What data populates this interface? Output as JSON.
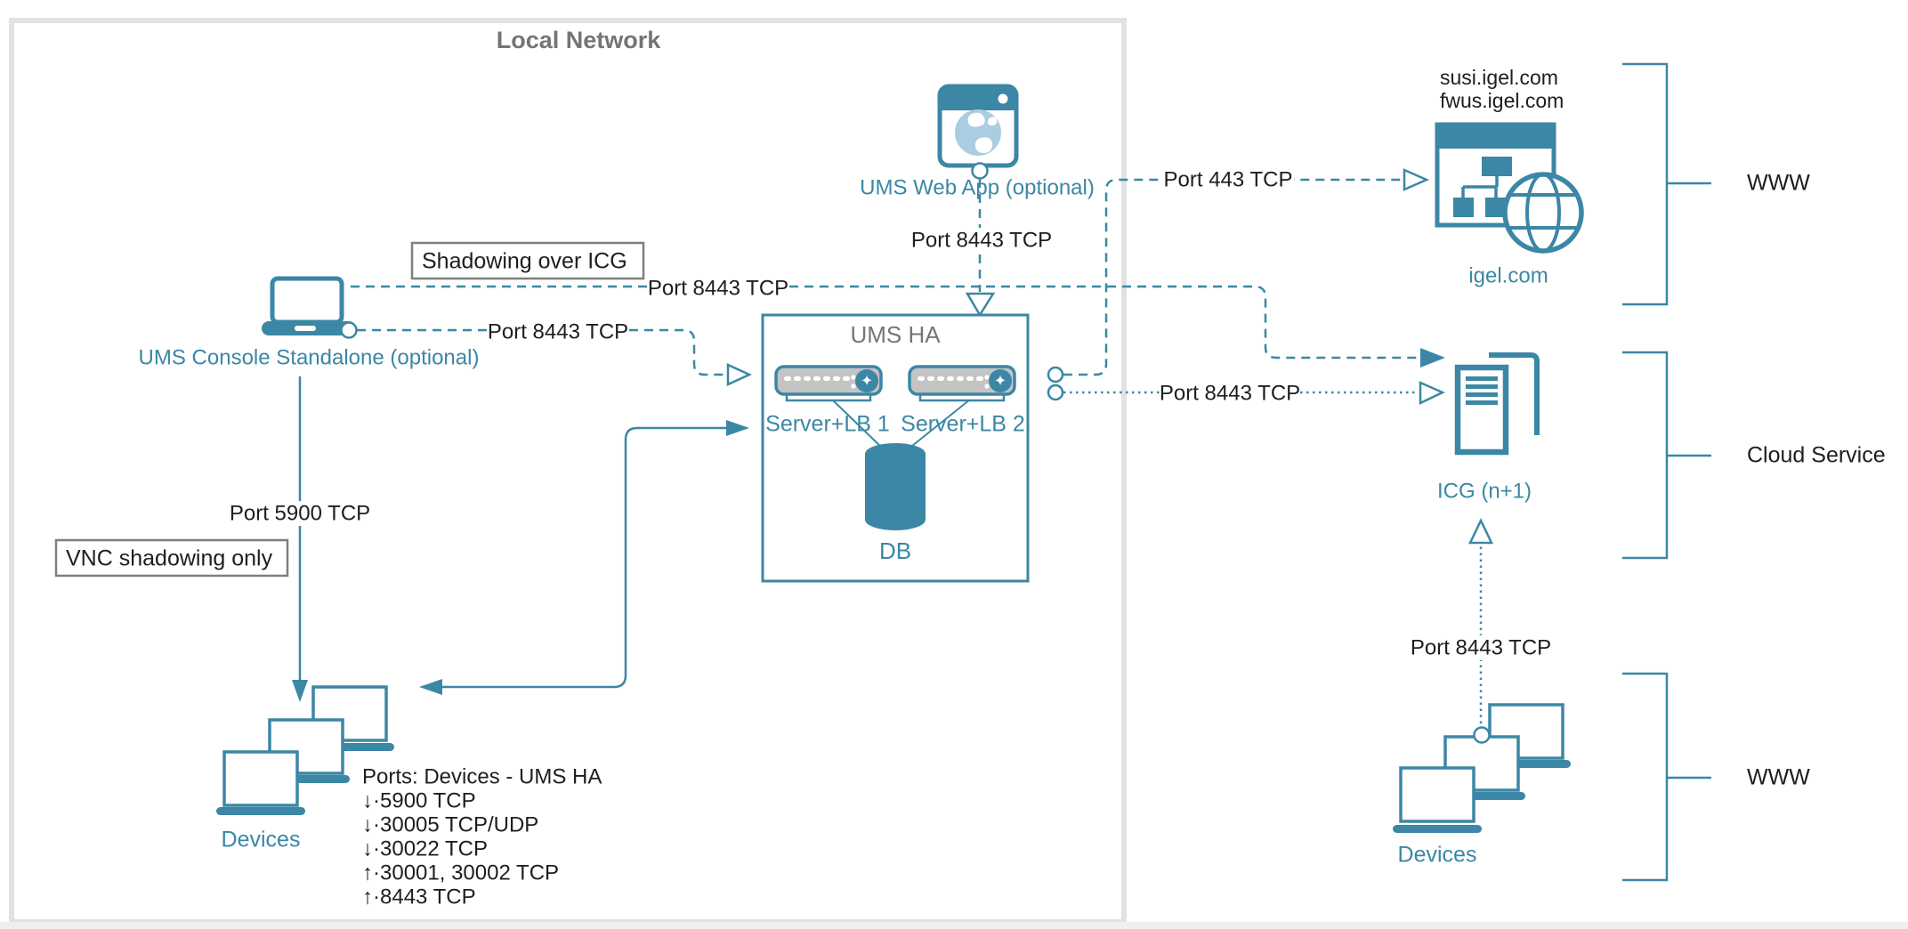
{
  "colors": {
    "teal": "#3b87a5",
    "teal_light": "#a9cde1",
    "gray_title": "#757575",
    "black_text": "#1e1e1e",
    "local_network_border": "#e2e2e2",
    "note_border": "#7f7f7f",
    "server_gray": "#c4c4c4"
  },
  "local_network": {
    "title": "Local Network"
  },
  "nodes": {
    "web_app": {
      "label": "UMS Web App (optional)"
    },
    "console": {
      "label": "UMS Console Standalone (optional)"
    },
    "ums_ha": {
      "title": "UMS HA",
      "server1": "Server+LB 1",
      "server2": "Server+LB 2",
      "db": "DB"
    },
    "igel": {
      "domain1": "susi.igel.com",
      "domain2": "fwus.igel.com",
      "label": "igel.com"
    },
    "icg": {
      "label": "ICG (n+1)"
    },
    "devices_left": {
      "label": "Devices"
    },
    "devices_right": {
      "label": "Devices"
    }
  },
  "notes": {
    "shadowing": "Shadowing over ICG",
    "vnc": "VNC shadowing only"
  },
  "ports": {
    "console_to_icg": "Port 8443 TCP",
    "console_to_ums": "Port 8443 TCP",
    "webapp_to_ums": "Port 8443 TCP",
    "console_vnc": "Port 5900 TCP",
    "ums_to_igel": "Port 443 TCP",
    "ums_to_icg": "Port 8443 TCP",
    "devices_to_icg": "Port 8443 TCP"
  },
  "ports_list": {
    "title": "Ports: Devices - UMS HA",
    "items": [
      "↓·5900 TCP",
      "↓·30005 TCP/UDP",
      "↓·30022 TCP",
      "↑·30001, 30002 TCP",
      "↑·8443 TCP"
    ]
  },
  "groups": {
    "www_top": "WWW",
    "cloud": "Cloud Service",
    "www_bottom": "WWW"
  }
}
